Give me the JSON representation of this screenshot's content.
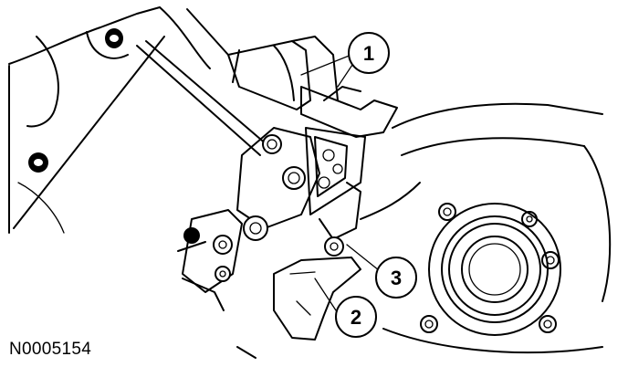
{
  "figure": {
    "reference_code": "N0005154",
    "callouts": [
      {
        "id": "callout-1",
        "label": "1"
      },
      {
        "id": "callout-2",
        "label": "2"
      },
      {
        "id": "callout-3",
        "label": "3"
      }
    ]
  }
}
